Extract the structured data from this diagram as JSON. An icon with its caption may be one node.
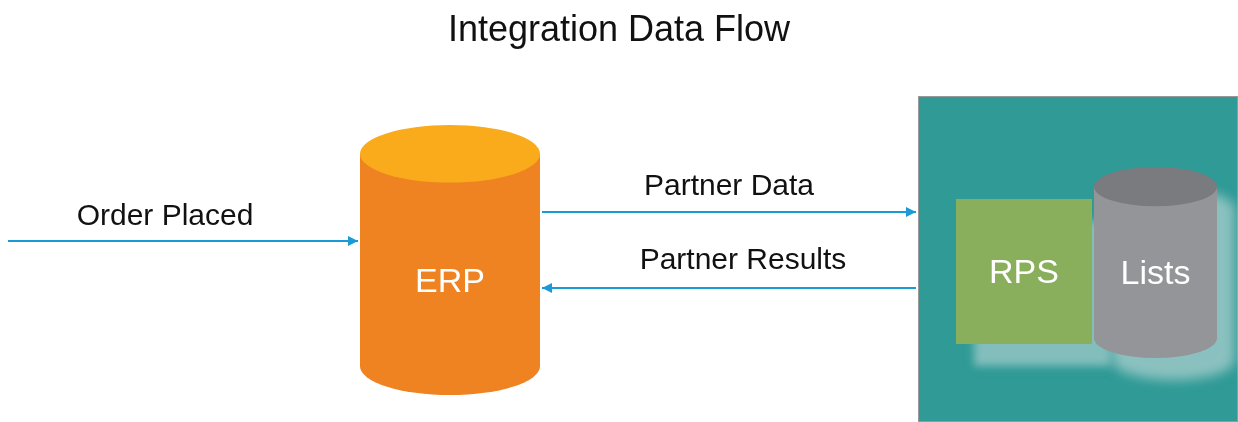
{
  "diagram": {
    "title": "Integration Data Flow",
    "nodes": [
      {
        "text": [
          "ERP"
        ]
      },
      {
        "text": [],
        "shape": "box"
      },
      {
        "text": [
          "RPS"
        ],
        "in": 1
      },
      {
        "text": [
          "Lists"
        ],
        "in": 1
      }
    ],
    "edges": [
      {
        "from": null,
        "to": 0,
        "arrow": "to",
        "label": "Order Placed"
      },
      {
        "from": 0,
        "to": 1,
        "arrow": "to",
        "label": "Partner Data"
      },
      {
        "from": 1,
        "to": 0,
        "arrow": "to",
        "label": "Partner Results"
      }
    ]
  }
}
